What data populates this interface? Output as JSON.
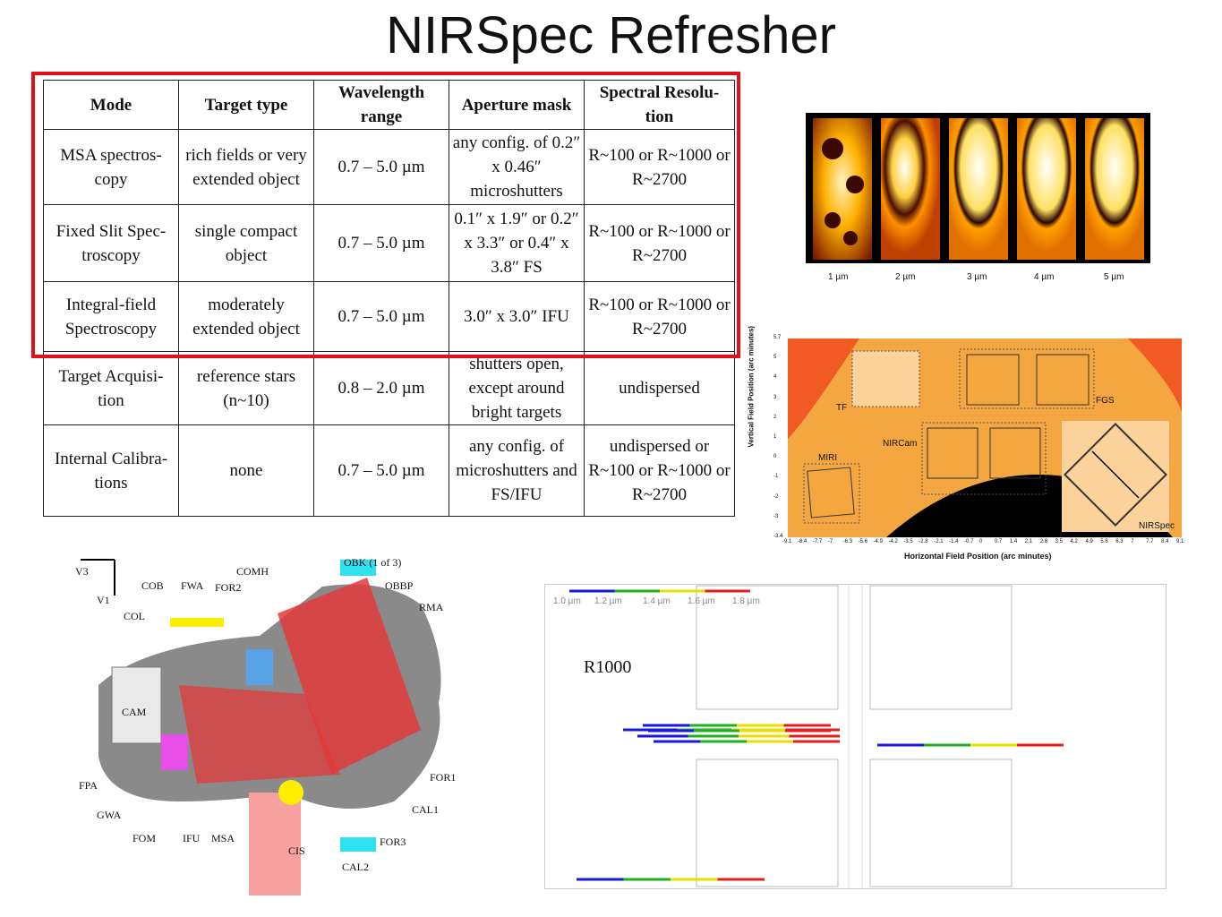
{
  "title": "NIRSpec Refresher",
  "table": {
    "headers": [
      "Mode",
      "Target type",
      "Wavelength range",
      "Aperture mask",
      "Spectral Resolu- tion"
    ],
    "rows": [
      [
        "MSA spectros- copy",
        "rich fields or very extended object",
        "0.7 – 5.0 µm",
        "any config. of 0.2″ x 0.46″ microshutters",
        "R~100 or R~1000 or R~2700"
      ],
      [
        "Fixed Slit Spec- troscopy",
        "single compact object",
        "0.7 – 5.0 µm",
        "0.1″ x 1.9″ or 0.2″ x 3.3″ or 0.4″ x 3.8″ FS",
        "R~100 or R~1000 or R~2700"
      ],
      [
        "Integral-field Spectroscopy",
        "moderately extended object",
        "0.7 – 5.0 µm",
        "3.0″ x 3.0″ IFU",
        "R~100 or R~1000 or R~2700"
      ],
      [
        "Target Acquisi- tion",
        "reference stars (n~10)",
        "0.8 – 2.0 µm",
        "shutters open, except around bright targets",
        "undispersed"
      ],
      [
        "Internal Calibra- tions",
        "none",
        "0.7 – 5.0 µm",
        "any config. of microshutters and FS/IFU",
        "undispersed or R~100 or R~1000 or R~2700"
      ]
    ]
  },
  "psf": {
    "labels": [
      "1 µm",
      "2 µm",
      "3 µm",
      "4 µm",
      "5 µm"
    ]
  },
  "fov": {
    "ylabel": "Vertical Field Position (arc minutes)",
    "xlabel": "Horizontal Field Position (arc minutes)",
    "xticks": [
      "-9.1",
      "-8.4",
      "-7.7",
      "-7",
      "-6.3",
      "-5.6",
      "-4.9",
      "-4.2",
      "-3.5",
      "-2.8",
      "-2.1",
      "-1.4",
      "-0.7",
      "0",
      "0.7",
      "1.4",
      "2.1",
      "2.8",
      "3.5",
      "4.2",
      "4.9",
      "5.6",
      "6.3",
      "7",
      "7.7",
      "8.4",
      "9.1"
    ],
    "yticks": [
      "5.7",
      "5",
      "4",
      "3",
      "2",
      "1",
      "0",
      "-1",
      "-2",
      "-3",
      "-3.4"
    ],
    "instruments": {
      "tf": "TF",
      "fgs": "FGS",
      "nircam": "NIRCam",
      "miri": "MIRI",
      "nirspec": "NIRSpec"
    }
  },
  "optics": {
    "labels": {
      "v3": "V3",
      "v1": "V1",
      "cob": "COB",
      "fwa": "FWA",
      "for2": "FOR2",
      "comh": "COMH",
      "obk": "OBK (1 of 3)",
      "obbp": "OBBP",
      "rma": "RMA",
      "col": "COL",
      "cam": "CAM",
      "fpa": "FPA",
      "gwa": "GWA",
      "fom": "FOM",
      "ifu": "IFU",
      "msa": "MSA",
      "cis": "CIS",
      "cal2": "CAL2",
      "for3": "FOR3",
      "cal1": "CAL1",
      "for1": "FOR1"
    }
  },
  "spectra": {
    "title": "R1000",
    "wl": [
      "1.0 µm",
      "1.2 µm",
      "1.4 µm",
      "1.6 µm",
      "1.8 µm"
    ]
  }
}
